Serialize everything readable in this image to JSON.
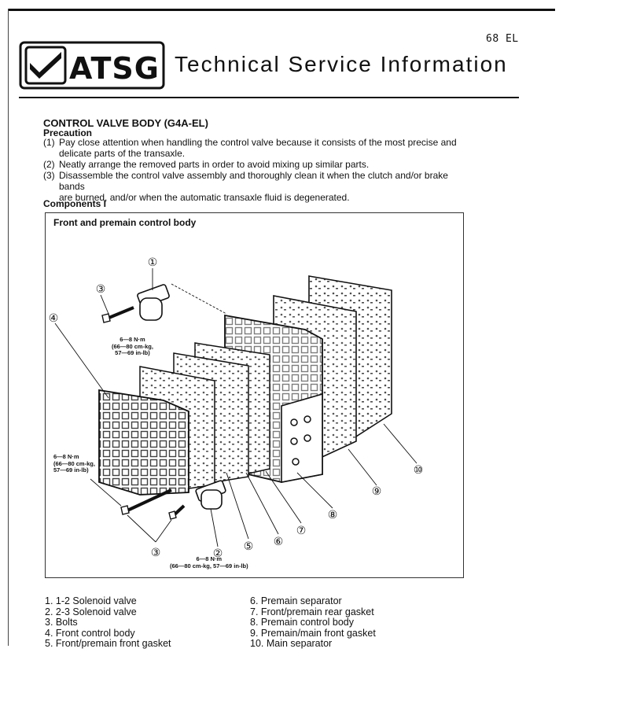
{
  "header": {
    "page_code": "68 EL",
    "logo_text": "ATSG",
    "title": "Technical Service Information"
  },
  "section": {
    "title": "CONTROL VALVE BODY (G4A-EL)",
    "precaution_heading": "Precaution",
    "precautions": [
      {
        "num": "(1)",
        "line1": "Pay close attention when handling the control valve because it consists of the most precise and",
        "line2": "delicate parts of the transaxle."
      },
      {
        "num": "(2)",
        "line1": "Neatly arrange the removed parts in order to avoid mixing up similar parts.",
        "line2": ""
      },
      {
        "num": "(3)",
        "line1": "Disassemble the control valve assembly and thoroughly clean it when the clutch and/or brake bands",
        "line2": "are burned, and/or when the automatic transaxle fluid is degenerated."
      }
    ]
  },
  "components": {
    "heading": "Components I",
    "figure_caption": "Front and premain control body",
    "callouts": [
      "①",
      "②",
      "③",
      "④",
      "⑤",
      "⑥",
      "⑦",
      "⑧",
      "⑨",
      "⑩"
    ],
    "torque_1": {
      "l1": "6—8 N·m",
      "l2": "(66—80 cm-kg,",
      "l3": "57—69 in-lb)"
    },
    "torque_2": {
      "l1": "6—8 N·m",
      "l2": "(66—80 cm-kg,",
      "l3": "57—69 in-lb)"
    },
    "torque_3": {
      "l1": "6—8 N·m",
      "l2": "(66—80 cm-kg, 57—69 in-lb)"
    }
  },
  "parts_list": {
    "left": [
      "1. 1-2 Solenoid valve",
      "2. 2-3 Solenoid valve",
      "3. Bolts",
      "4. Front control body",
      "5. Front/premain front gasket"
    ],
    "right": [
      "6. Premain separator",
      "7. Front/premain rear gasket",
      "8. Premain control body",
      "9. Premain/main front gasket",
      "10. Main separator"
    ]
  }
}
